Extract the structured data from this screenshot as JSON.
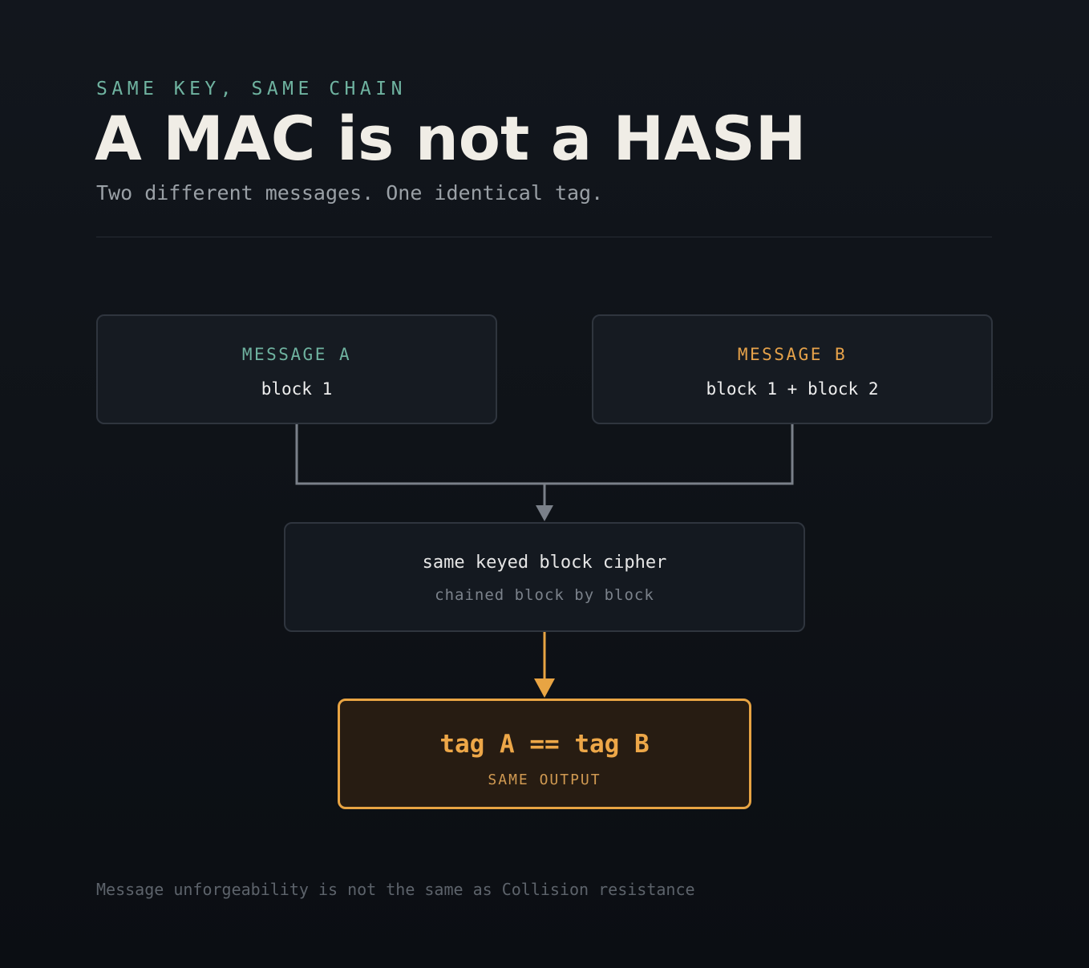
{
  "header": {
    "eyebrow": "SAME KEY, SAME CHAIN",
    "title": "A MAC is not a HASH",
    "subtitle": "Two different messages. One identical tag."
  },
  "diagram": {
    "message_a": {
      "label": "MESSAGE A",
      "content": "block 1"
    },
    "message_b": {
      "label": "MESSAGE B",
      "content": "block 1 + block 2"
    },
    "cipher": {
      "title": "same keyed block cipher",
      "subtitle": "chained block by block"
    },
    "result": {
      "title": "tag A == tag B",
      "subtitle": "SAME OUTPUT"
    }
  },
  "footer": {
    "note": "Message unforgeability is not the same as Collision resistance"
  },
  "colors": {
    "background": "#0f1318",
    "accent_teal": "#6fb3a0",
    "accent_orange": "#e8a443",
    "connector_gray": "#7a8089"
  }
}
